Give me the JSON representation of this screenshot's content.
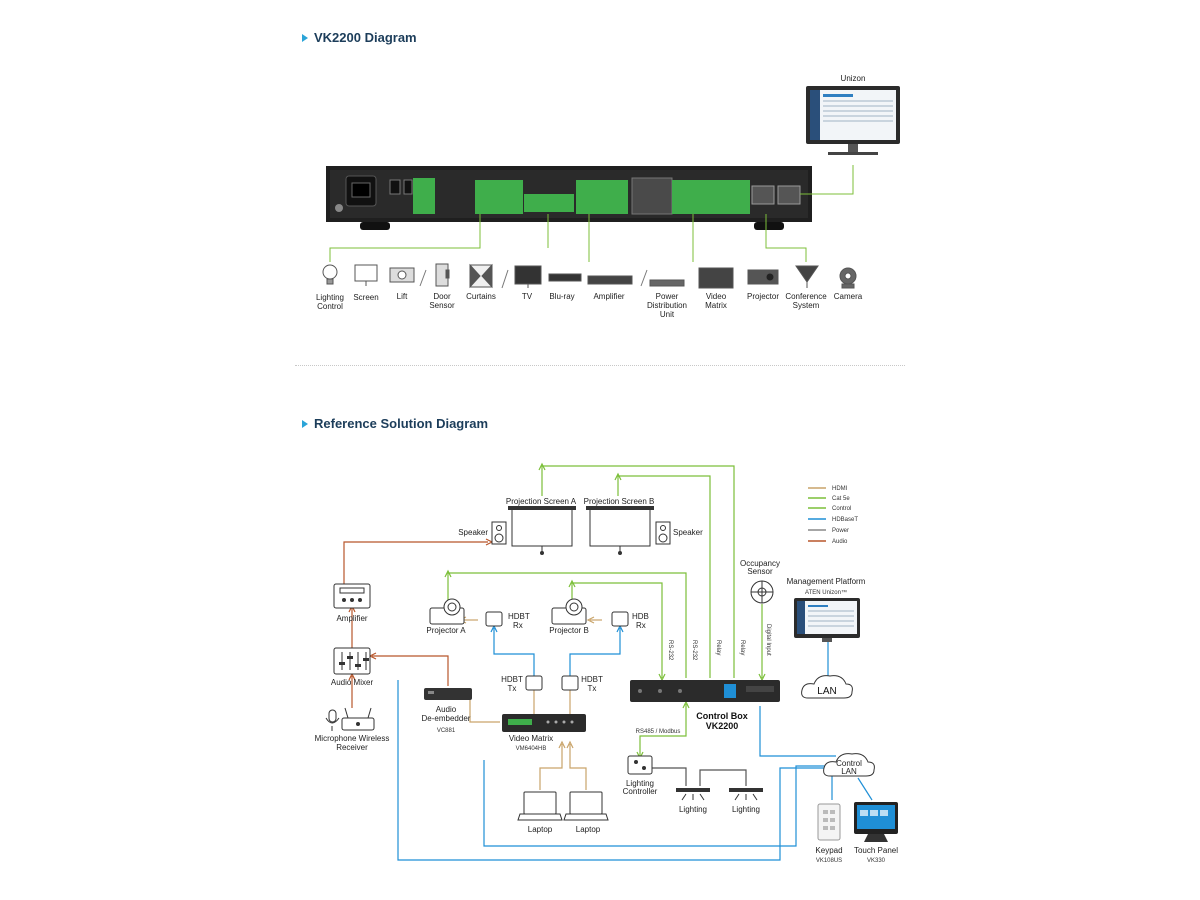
{
  "section1": {
    "title": "VK2200 Diagram"
  },
  "section2": {
    "title": "Reference Solution Diagram"
  },
  "diagram1": {
    "unizon_label": "Unizon",
    "devices": [
      {
        "line1": "Lighting",
        "line2": "Control",
        "line3": ""
      },
      {
        "line1": "Screen",
        "line2": "",
        "line3": ""
      },
      {
        "line1": "Lift",
        "line2": "",
        "line3": ""
      },
      {
        "line1": "Door",
        "line2": "Sensor",
        "line3": ""
      },
      {
        "line1": "Curtains",
        "line2": "",
        "line3": ""
      },
      {
        "line1": "TV",
        "line2": "",
        "line3": ""
      },
      {
        "line1": "Blu-ray",
        "line2": "",
        "line3": ""
      },
      {
        "line1": "Amplifier",
        "line2": "",
        "line3": ""
      },
      {
        "line1": "Power",
        "line2": "Distribution",
        "line3": "Unit"
      },
      {
        "line1": "Video",
        "line2": "Matrix",
        "line3": ""
      },
      {
        "line1": "Projector",
        "line2": "",
        "line3": ""
      },
      {
        "line1": "Conference",
        "line2": "System",
        "line3": ""
      },
      {
        "line1": "Camera",
        "line2": "",
        "line3": ""
      }
    ]
  },
  "diagram2": {
    "legend": [
      {
        "label": "HDMI",
        "color": "#c9a46a"
      },
      {
        "label": "Cat 5e",
        "color": "#7cbf3a"
      },
      {
        "label": "Control",
        "color": "#7cbf3a"
      },
      {
        "label": "HDBaseT",
        "color": "#1f8fd6"
      },
      {
        "label": "Power",
        "color": "#888888"
      },
      {
        "label": "Audio",
        "color": "#b8562b"
      }
    ],
    "projection_screen_a": "Projection Screen A",
    "projection_screen_b": "Projection Screen B",
    "speaker_left": "Speaker",
    "speaker_right": "Speaker",
    "amplifier": "Amplifier",
    "audio_mixer": "Audio Mixer",
    "mic_receiver_1": "Microphone Wireless",
    "mic_receiver_2": "Receiver",
    "projector_a": "Projector A",
    "projector_b": "Projector B",
    "hdbt_rx_a_1": "HDBT",
    "hdbt_rx_a_2": "Rx",
    "hdbt_rx_b_1": "HDB",
    "hdbt_rx_b_2": "Rx",
    "hdbt_tx_a_1": "HDBT",
    "hdbt_tx_a_2": "Tx",
    "hdbt_tx_b_1": "HDBT",
    "hdbt_tx_b_2": "Tx",
    "audio_deembedder_1": "Audio",
    "audio_deembedder_2": "De-embedder",
    "audio_deembedder_model": "VC881",
    "video_matrix": "Video Matrix",
    "video_matrix_model": "VM6404HB",
    "laptop_1": "Laptop",
    "laptop_2": "Laptop",
    "rs232_1": "RS-232",
    "rs232_2": "RS-232",
    "relay_1": "Relay",
    "relay_2": "Relay",
    "digital_input": "Digital Input",
    "occupancy_sensor_1": "Occupancy",
    "occupancy_sensor_2": "Sensor",
    "management_platform": "Management Platform",
    "aten_unizon": "ATEN Unizon™",
    "lan": "LAN",
    "control_box_1": "Control Box",
    "control_box_2": "VK2200",
    "rs485": "RS485 / Modbus",
    "lighting_controller_1": "Lighting",
    "lighting_controller_2": "Controller",
    "lighting_1": "Lighting",
    "lighting_2": "Lighting",
    "control_lan_1": "Control",
    "control_lan_2": "LAN",
    "keypad": "Keypad",
    "keypad_model": "VK108US",
    "touch_panel": "Touch Panel",
    "touch_panel_model": "VK330"
  }
}
